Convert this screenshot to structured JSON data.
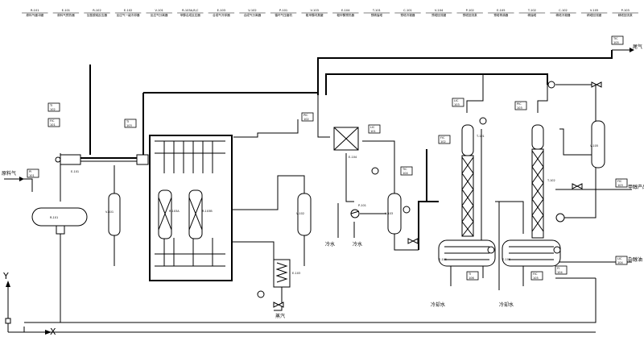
{
  "header": {
    "equipment": [
      {
        "tag": "R-101",
        "name": "原料气缓冲罐"
      },
      {
        "tag": "E-101",
        "name": "原料气预热器"
      },
      {
        "tag": "R-102",
        "name": "加氢脱硫反应器"
      },
      {
        "tag": "E-102",
        "name": "反应气一级冷却器"
      },
      {
        "tag": "V-101",
        "name": "反应气分离器"
      },
      {
        "tag": "R-103A,B,C",
        "name": "甲醇合成反应器"
      },
      {
        "tag": "E-103",
        "name": "合成气冷却器"
      },
      {
        "tag": "V-102",
        "name": "合成气分离器"
      },
      {
        "tag": "P-101",
        "name": "循环气压缩机"
      },
      {
        "tag": "V-103",
        "name": "粗甲醇闪蒸罐"
      },
      {
        "tag": "E-104",
        "name": "粗甲醇预热器"
      },
      {
        "tag": "T-101",
        "name": "预精馏塔"
      },
      {
        "tag": "C-101",
        "name": "预塔冷凝器"
      },
      {
        "tag": "V-104",
        "name": "预塔回流罐"
      },
      {
        "tag": "P-102",
        "name": "预塔回流泵"
      },
      {
        "tag": "E-105",
        "name": "预塔再沸器"
      },
      {
        "tag": "T-102",
        "name": "精馏塔"
      },
      {
        "tag": "C-102",
        "name": "精塔冷凝器"
      },
      {
        "tag": "V-105",
        "name": "精塔回流罐"
      },
      {
        "tag": "P-103",
        "name": "精塔回流泵"
      }
    ]
  },
  "streams": {
    "feed_gas": "原料气",
    "tail_gas": "尾气",
    "methanol_product": "甲醇产品",
    "fusel_oil": "杂醇油",
    "steam": "蒸汽",
    "cooling_water": "冷却水",
    "cooling_water_return": "冷却水",
    "steam_condensate": "蒸汽",
    "water_1": "冷水",
    "water_2": "冷水"
  },
  "equipment_labels": {
    "v101": "V-101",
    "e101": "E-101",
    "r103a": "R-103A",
    "r103b": "R-103B",
    "v102": "V-102",
    "e103": "E-103",
    "v103": "V-103",
    "t101": "T-101",
    "t102": "T-102",
    "e105": "E-105",
    "e106": "E-106",
    "v105": "V-105",
    "v104": "V-104",
    "p101": "P-101",
    "r101": "R-101"
  },
  "instruments": {
    "pi1": "PI",
    "pi1n": "101",
    "ti1": "TI",
    "ti1n": "102",
    "fic1": "FIC",
    "fic1n": "101",
    "ti2": "TI",
    "ti2n": "103",
    "pic1": "PIC",
    "pic1n": "102",
    "lic1": "LIC",
    "lic1n": "101",
    "tic1": "TIC",
    "tic1n": "104",
    "fic2": "FIC",
    "fic2n": "102",
    "lic2": "LIC",
    "lic2n": "103",
    "pic2": "PIC",
    "pic2n": "103",
    "tic2": "TIC",
    "tic2n": "105",
    "fic3": "FIC",
    "fic3n": "103",
    "lic3": "LIC",
    "lic3n": "104",
    "fi4": "FI",
    "fi4n": "104",
    "ti5": "TI",
    "ti5n": "106",
    "fic5": "FIC",
    "fic5n": "105"
  },
  "axes": {
    "y": "Y",
    "x": "X"
  },
  "palette": {
    "line": "#000000",
    "background": "#ffffff"
  }
}
